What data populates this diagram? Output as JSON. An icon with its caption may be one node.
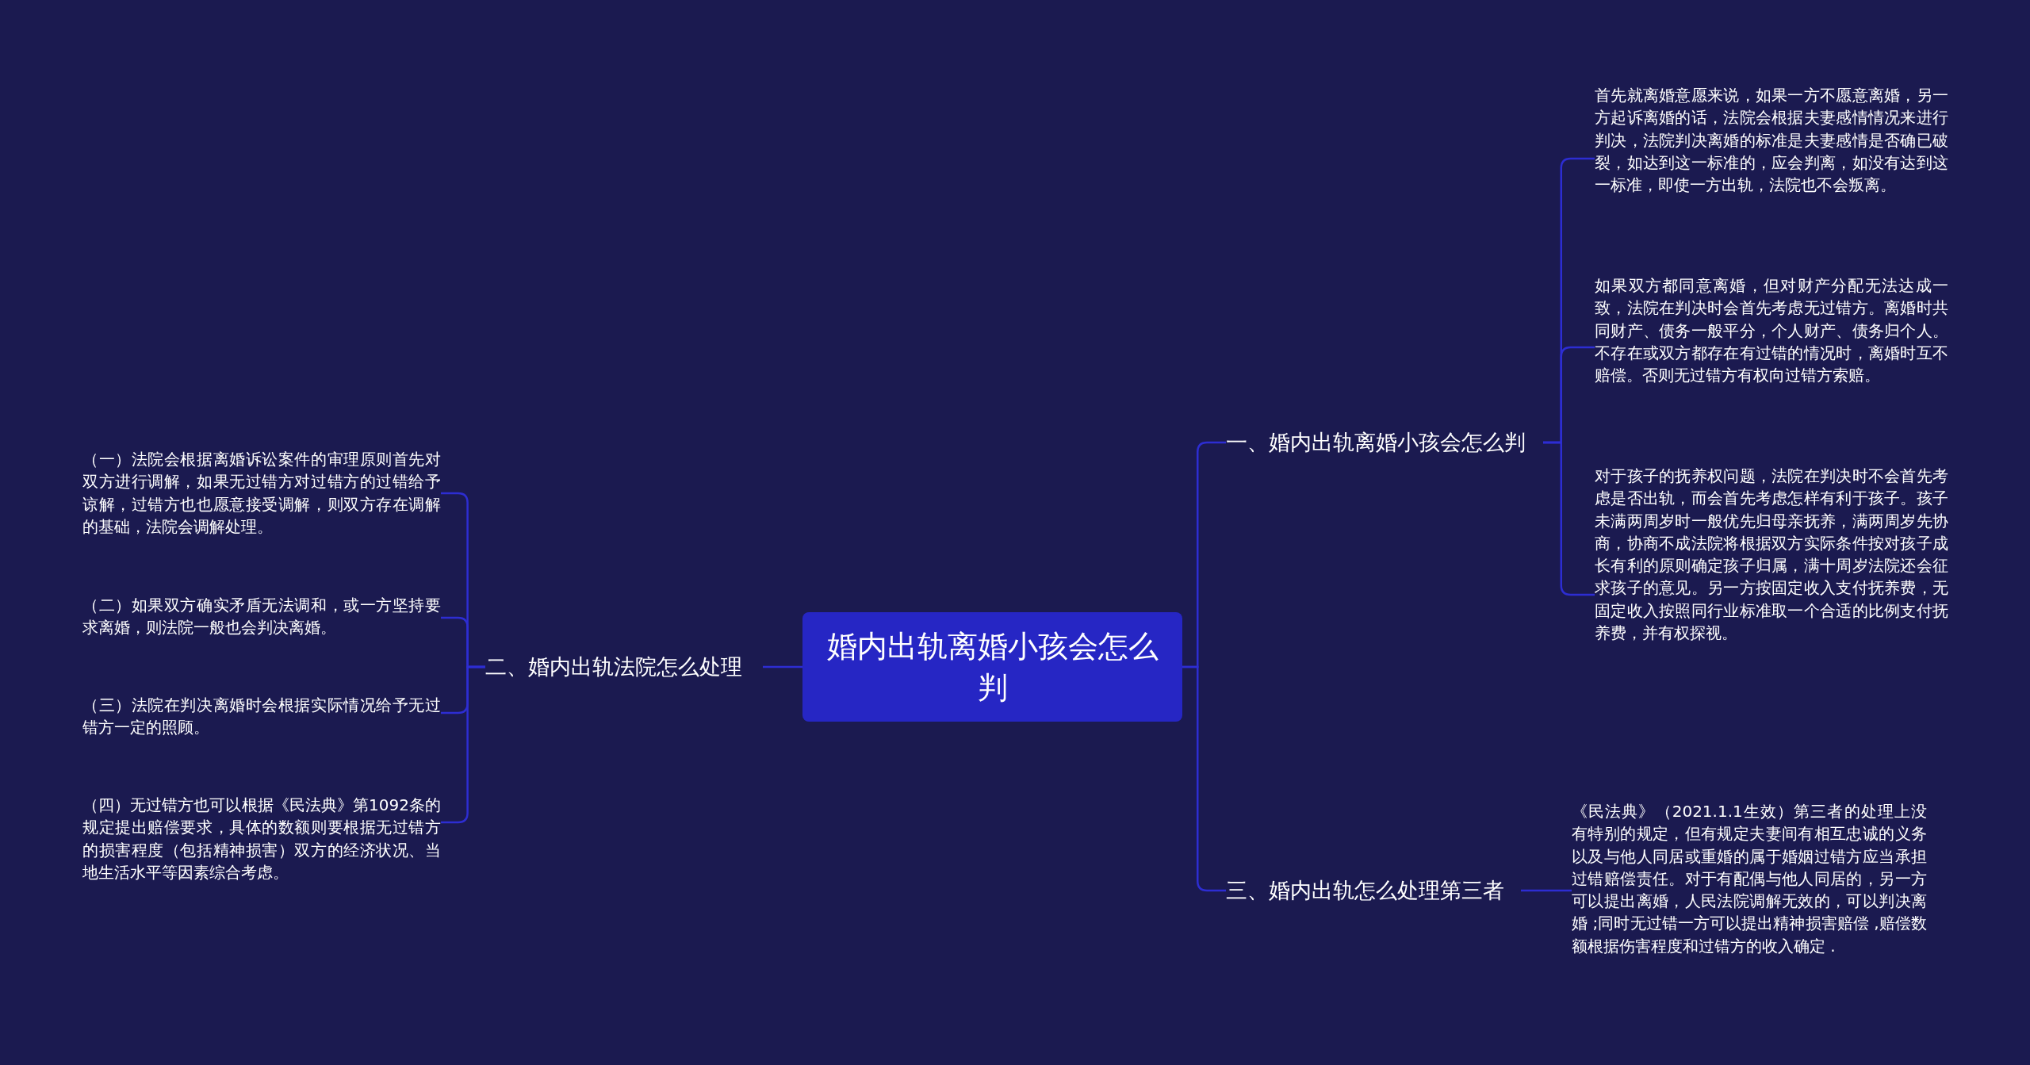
{
  "diagram": {
    "nodes": [
      {
        "text": [
          "婚内出轨离婚小孩会怎么判"
        ]
      },
      {
        "text": [
          "一、婚内出轨离婚小孩会怎么判"
        ]
      },
      {
        "text": [
          "首先就离婚意愿来说，如果一方不愿意离婚，另一方起诉离婚的话，法院会根据夫妻感情情况来进行判决，法院判决离婚的标准是夫妻感情是否确已破裂，如达到这一标准的，应会判离，如没有达到这一标准，即使一方出轨，法院也不会叛离。"
        ]
      },
      {
        "text": [
          "如果双方都同意离婚，但对财产分配无法达成一致，法院在判决时会首先考虑无过错方。离婚时共同财产、债务一般平分，个人财产、债务归个人。不存在或双方都存在有过错的情况时，离婚时互不赔偿。否则无过错方有权向过错方索赔。"
        ]
      },
      {
        "text": [
          "对于孩子的抚养权问题，法院在判决时不会首先考虑是否出轨，而会首先考虑怎样有利于孩子。孩子未满两周岁时一般优先归母亲抚养，满两周岁先协商，协商不成法院将根据双方实际条件按对孩子成长有利的原则确定孩子归属，满十周岁法院还会征求孩子的意见。另一方按固定收入支付抚养费，无固定收入按照同行业标准取一个合适的比例支付抚养费，并有权探视。"
        ]
      },
      {
        "text": [
          "二、婚内出轨法院怎么处理"
        ]
      },
      {
        "text": [
          "（一）法院会根据离婚诉讼案件的审理原则首先对双方进行调解，如果无过错方对过错方的过错给予谅解，过错方也也愿意接受调解，则双方存在调解的基础，法院会调解处理。"
        ]
      },
      {
        "text": [
          "（二）如果双方确实矛盾无法调和，或一方坚持要求离婚，则法院一般也会判决离婚。"
        ]
      },
      {
        "text": [
          "（三）法院在判决离婚时会根据实际情况给予无过错方一定的照顾。"
        ]
      },
      {
        "text": [
          "（四）无过错方也可以根据《民法典》第1092条的规定提出赔偿要求，具体的数额则要根据无过错方的损害程度（包括精神损害）双方的经济状况、当地生活水平等因素综合考虑。"
        ]
      },
      {
        "text": [
          "三、婚内出轨怎么处理第三者"
        ]
      },
      {
        "text": [
          "《民法典》（2021.1.1生效）第三者的处理上没有特别的规定，但有规定夫妻间有相互忠诚的义务以及与他人同居或重婚的属于婚姻过错方应当承担过错赔偿责任。对于有配偶与他人同居的，另一方可以提出离婚，人民法院调解无效的，可以判决离婚 ;同时无过错一方可以提出精神损害赔偿 ,赔偿数额根据伤害程度和过错方的收入确定 ."
        ]
      }
    ],
    "edges": [
      {
        "from": 0,
        "to": 1,
        "arrow": "none"
      },
      {
        "from": 1,
        "to": 2,
        "arrow": "none"
      },
      {
        "from": 1,
        "to": 3,
        "arrow": "none"
      },
      {
        "from": 1,
        "to": 4,
        "arrow": "none"
      },
      {
        "from": 0,
        "to": 5,
        "arrow": "none"
      },
      {
        "from": 5,
        "to": 6,
        "arrow": "none"
      },
      {
        "from": 5,
        "to": 7,
        "arrow": "none"
      },
      {
        "from": 5,
        "to": 8,
        "arrow": "none"
      },
      {
        "from": 5,
        "to": 9,
        "arrow": "none"
      },
      {
        "from": 0,
        "to": 10,
        "arrow": "none"
      },
      {
        "from": 10,
        "to": 11,
        "arrow": "none"
      }
    ]
  }
}
